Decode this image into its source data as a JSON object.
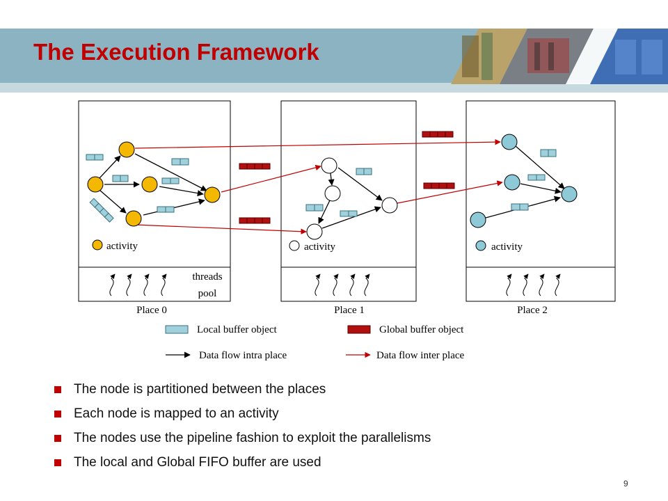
{
  "slide": {
    "title": "The Execution Framework",
    "page_number": "9"
  },
  "diagram": {
    "places": [
      {
        "label": "Place 0",
        "activity_label": "activity",
        "pool_label_line1": "threads",
        "pool_label_line2": "pool",
        "activity_color": "#f5b800"
      },
      {
        "label": "Place 1",
        "activity_label": "activity",
        "activity_color": "#ffffff"
      },
      {
        "label": "Place 2",
        "activity_label": "activity",
        "activity_color": "#8ec9d8"
      }
    ],
    "legend": {
      "local_buffer": "Local buffer object",
      "global_buffer": "Global buffer object",
      "intra_flow": "Data flow intra place",
      "inter_flow": "Data flow inter place"
    },
    "colors": {
      "local_buffer": "#9fd0dc",
      "global_buffer": "#b01010",
      "inter_arrow": "#c00000",
      "accent_red": "#c00000"
    }
  },
  "bullets": [
    "The node is partitioned between the places",
    "Each node is mapped to an activity",
    "The nodes use the pipeline fashion to exploit the parallelisms",
    "The local and Global FIFO buffer are used"
  ]
}
